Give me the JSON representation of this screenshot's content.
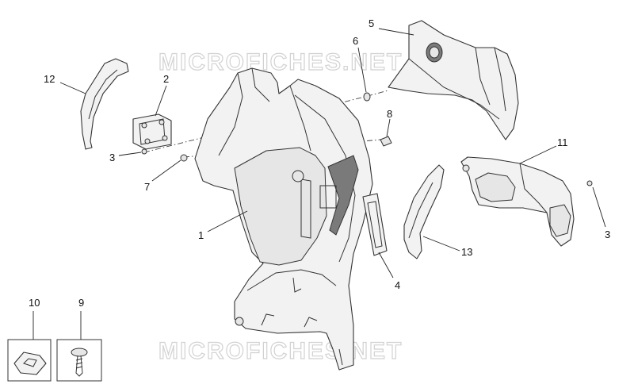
{
  "watermark": "MICROFICHES.NET",
  "callouts": [
    {
      "id": "c1",
      "label": "1"
    },
    {
      "id": "c2",
      "label": "2"
    },
    {
      "id": "c3a",
      "label": "3"
    },
    {
      "id": "c3b",
      "label": "3"
    },
    {
      "id": "c4",
      "label": "4"
    },
    {
      "id": "c5",
      "label": "5"
    },
    {
      "id": "c6",
      "label": "6"
    },
    {
      "id": "c7",
      "label": "7"
    },
    {
      "id": "c8",
      "label": "8"
    },
    {
      "id": "c9",
      "label": "9"
    },
    {
      "id": "c10",
      "label": "10"
    },
    {
      "id": "c11",
      "label": "11"
    },
    {
      "id": "c12",
      "label": "12"
    },
    {
      "id": "c13",
      "label": "13"
    }
  ]
}
